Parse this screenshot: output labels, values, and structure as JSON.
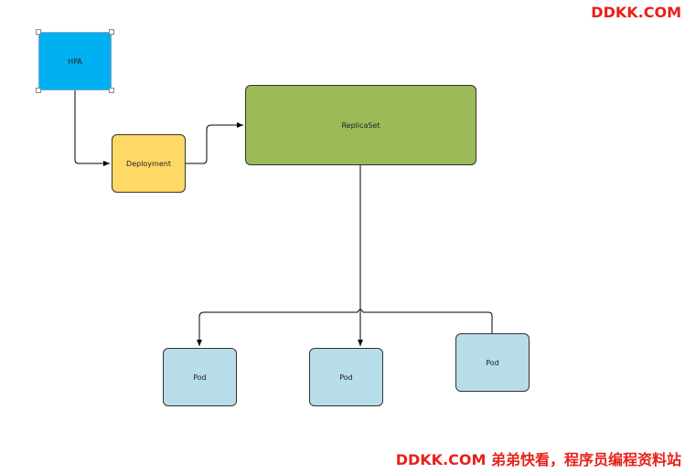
{
  "nodes": {
    "hpa": "HPA",
    "deployment": "Deployment",
    "replicaset": "ReplicaSet",
    "pod1": "Pod",
    "pod2": "Pod",
    "pod3": "Pod"
  },
  "watermark": {
    "top": "DDKK.COM",
    "bottom": "DDKK.COM 弟弟快看，程序员编程资料站"
  },
  "colors": {
    "hpa": "#00b0f0",
    "deployment": "#ffd966",
    "replicaset": "#9bbb59",
    "pod": "#b7dde8",
    "watermark": "#e8201a"
  }
}
